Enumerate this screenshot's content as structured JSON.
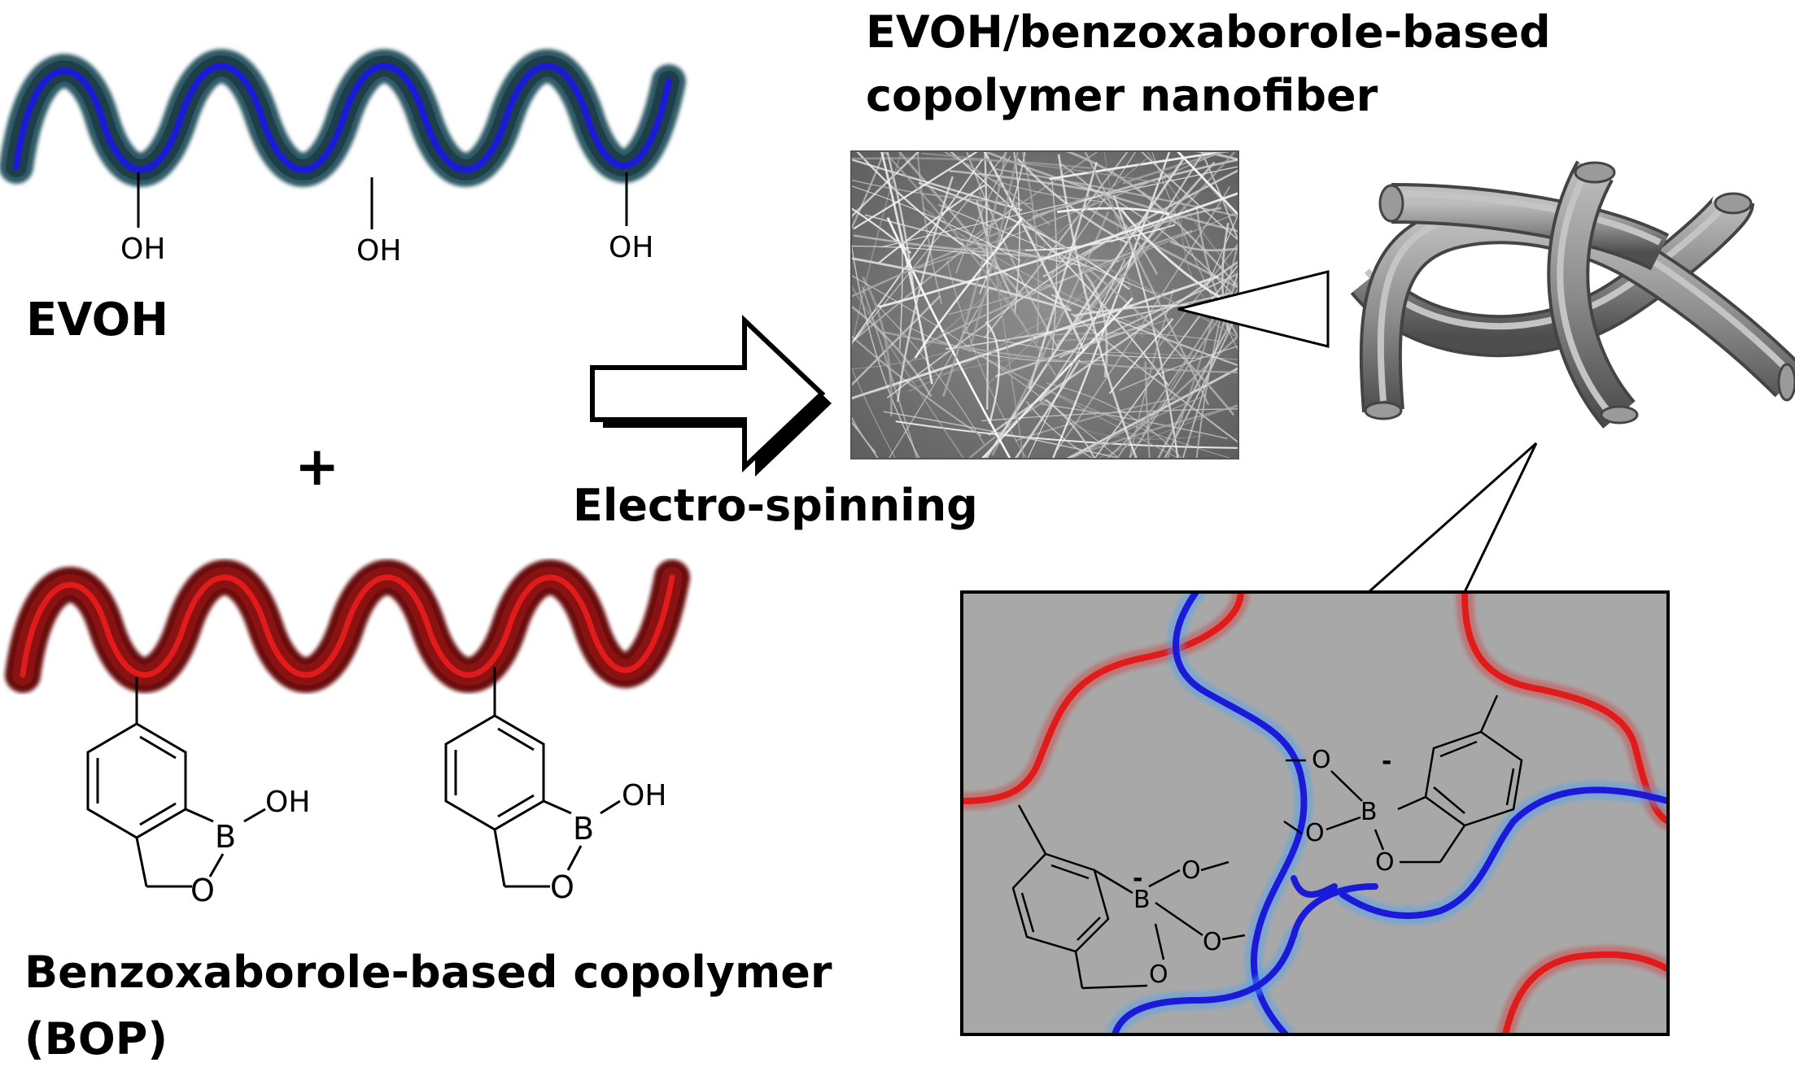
{
  "labels": {
    "evoh": "EVOH",
    "plus": "+",
    "bop_name": "Benzoxaborole-based copolymer",
    "bop_abbr": "(BOP)",
    "process": "Electro-spinning",
    "product_line1": "EVOH/benzoxaborole-based",
    "product_line2": "copolymer nanofiber"
  },
  "atoms": {
    "hydroxyl": "OH",
    "boron": "B",
    "oxygen": "O",
    "anion": "-"
  },
  "colors": {
    "evoh_chain": "#1a1ad8",
    "evoh_glow": "#2f5a66",
    "bop_chain": "#e11a1a",
    "bop_glow": "#6a0f0f",
    "inset_bg": "#a8a8a8",
    "fiber": "#8a8a8a"
  }
}
